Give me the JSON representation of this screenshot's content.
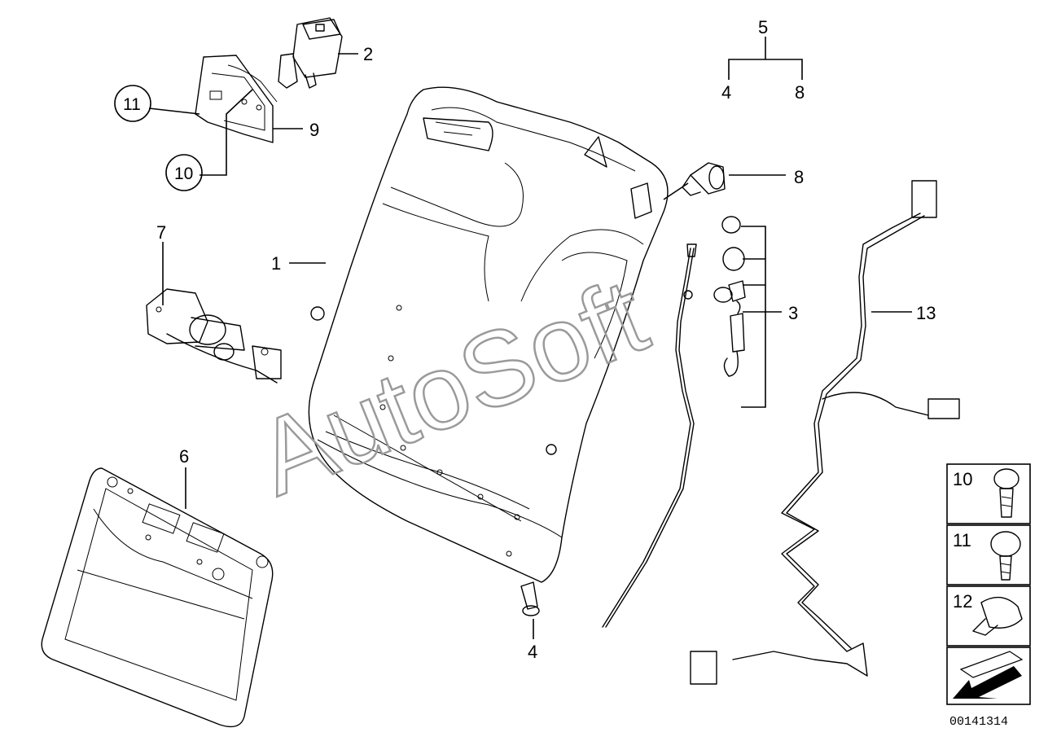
{
  "callouts": {
    "c1": "1",
    "c2": "2",
    "c3": "3",
    "c4a": "4",
    "c4b": "4",
    "c5": "5",
    "c6": "6",
    "c7": "7",
    "c8a": "8",
    "c8b": "8",
    "c9": "9",
    "c10": "10",
    "c11": "11",
    "c13": "13"
  },
  "legend": {
    "items": [
      {
        "label": "10",
        "icon": "torx-bolt-icon"
      },
      {
        "label": "11",
        "icon": "torx-screw-icon"
      },
      {
        "label": "12",
        "icon": "clip-icon"
      }
    ],
    "direction_icon": "arrow-icon"
  },
  "watermark": "AutoSoft",
  "doc_number": "00141314"
}
